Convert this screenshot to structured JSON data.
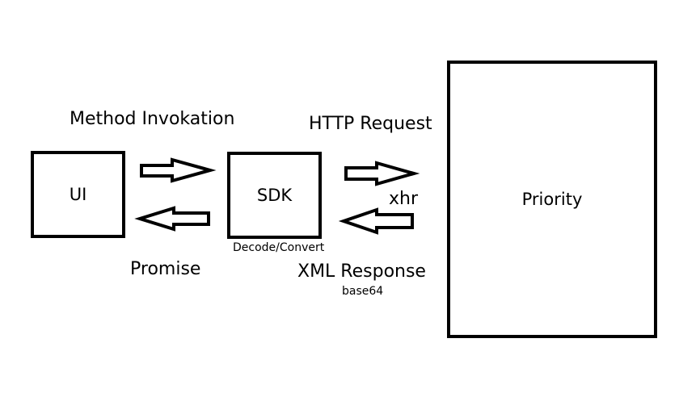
{
  "nodes": {
    "ui": {
      "label": "UI"
    },
    "sdk": {
      "label": "SDK",
      "sublabel": "Decode/Convert"
    },
    "priority": {
      "label": "Priority"
    }
  },
  "edges": {
    "ui_to_sdk": {
      "label": "Method Invokation"
    },
    "sdk_to_ui": {
      "label": "Promise"
    },
    "sdk_to_priority": {
      "label": "HTTP Request",
      "sublabel": "xhr"
    },
    "priority_to_sdk": {
      "label": "XML Response",
      "sublabel": "base64"
    }
  }
}
